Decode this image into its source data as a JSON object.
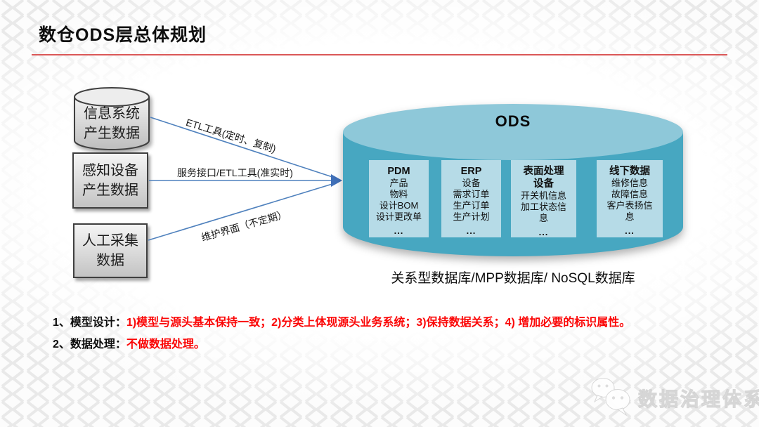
{
  "title": "数仓ODS层总体规划",
  "sources": {
    "s1": "信息系统\n产生数据",
    "s2": "感知设备\n产生数据",
    "s3": "人工采集\n数据"
  },
  "flows": {
    "f1": "ETL工具(定时、复制)",
    "f2": "服务接口/ETL工具(准实时)",
    "f3": "维护界面（不定期）"
  },
  "ods": {
    "title": "ODS",
    "caption": "关系型数据库/MPP数据库/ NoSQL数据库",
    "boxes": [
      {
        "title": "PDM",
        "items": [
          "产品",
          "物料",
          "设计BOM",
          "设计更改单"
        ],
        "more": "..."
      },
      {
        "title": "ERP",
        "items": [
          "设备",
          "需求订单",
          "生产订单",
          "生产计划"
        ],
        "more": "..."
      },
      {
        "title": "表面处理设备",
        "items": [
          "开关机信息",
          "加工状态信息"
        ],
        "more": "..."
      },
      {
        "title": "线下数据",
        "items": [
          "维修信息",
          "故障信息",
          "客户表扬信息"
        ],
        "more": "..."
      }
    ]
  },
  "notes": [
    {
      "label": "1、模型设计：",
      "text": "1)模型与源头基本保持一致；2)分类上体现源头业务系统；3)保持数据关系；4) 增加必要的标识属性。"
    },
    {
      "label": "2、数据处理：",
      "text": "不做数据处理。"
    }
  ],
  "watermark": "数据治理体系",
  "colors": {
    "title_rule_red": "#db5858",
    "note_red": "#fb0606",
    "arrow_blue": "#4f81bd",
    "cylinder_body_teal": "#47a7c1",
    "cylinder_top_teal": "#8ec8d9",
    "inner_box_blue": "#b6dbe7",
    "source_box_gray": "#d9d9d9",
    "pattern_gray": "#e9e9e9"
  }
}
